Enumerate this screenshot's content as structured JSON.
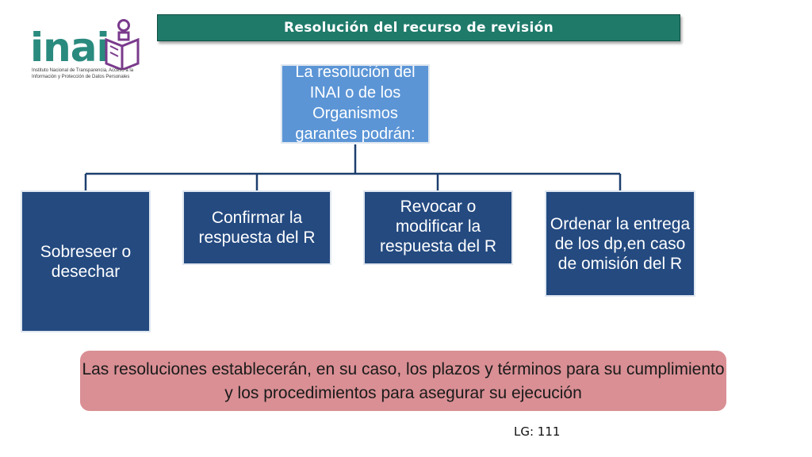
{
  "logo": {
    "wordmark": "inai",
    "subtitle": "Instituto Nacional de Transparencia, Acceso a la Información y Protección de Datos Personales"
  },
  "header": {
    "title": "Resolución del recurso de revisión"
  },
  "diagram": {
    "root": "La resolución del INAI o de los Organismos garantes podrán:",
    "children": [
      "Sobreseer o desechar",
      "Confirmar la respuesta del R",
      "Revocar o modificar la respuesta del R",
      "Ordenar la entrega de los dp,en caso de omisión del R"
    ]
  },
  "note": "Las resoluciones establecerán, en su caso, los plazos y términos para su cumplimiento y los procedimientos para asegurar su ejecución",
  "reference": "LG: 111",
  "colors": {
    "title_bar": "#1f7a6a",
    "root_box": "#5b95d6",
    "child_box": "#244a80",
    "note_box": "#d98f94",
    "logo_teal": "#2a8a7e",
    "logo_purple": "#7a3a8c"
  }
}
